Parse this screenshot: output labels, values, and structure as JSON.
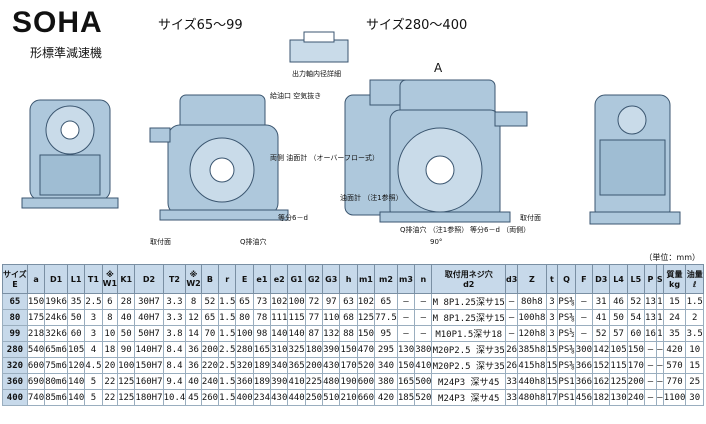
{
  "header": {
    "title": "SOHA",
    "subtitle": "形標準減速機",
    "size_small": "サイズ65～99",
    "size_large": "サイズ280～400",
    "unit_note": "（単位：mm）"
  },
  "drawing_labels": {
    "shaft_detail": "出力軸内径詳細",
    "air_vent": "給油口\n空気抜き",
    "oil_gauge": "両側\n油面計\n（オーバーフロー式）",
    "equal_holes": "等分6－d",
    "mount_face": "取付面",
    "drain": "Q排油穴",
    "oil_gauge_note": "油面計\n（注1参照）",
    "drain_note": "Q排油穴\n（注1参照）",
    "equal_holes_2": "等分6－d\n（両側）",
    "mount_face_2": "取付面",
    "angle": "90°",
    "letter_A": "A"
  },
  "table": {
    "headers": [
      "サイズ\nE",
      "a",
      "D1",
      "L1",
      "T1",
      "※\nW1",
      "K1",
      "D2",
      "T2",
      "※\nW2",
      "B",
      "r",
      "E",
      "e1",
      "e2",
      "G1",
      "G2",
      "G3",
      "h",
      "m1",
      "m2",
      "m3",
      "n",
      "取付用ネジ穴\nd2",
      "d3",
      "Z",
      "t",
      "Q",
      "F",
      "D3",
      "L4",
      "L5",
      "P",
      "S",
      "質量\nkg",
      "油量\nℓ"
    ],
    "rows": [
      [
        "65",
        "150",
        "19k6",
        "35",
        "2.5",
        "6",
        "28",
        "30H7",
        "3.3",
        "8",
        "52",
        "1.5",
        "65",
        "73",
        "102",
        "100",
        "72",
        "97",
        "63",
        "102",
        "65",
        "—",
        "—",
        "M 8P1.25深サ15",
        "—",
        "80h8",
        "3",
        "PS⅜",
        "—",
        "31",
        "46",
        "52",
        "13",
        "1",
        "15",
        "1.5"
      ],
      [
        "80",
        "175",
        "24k6",
        "50",
        "3",
        "8",
        "40",
        "40H7",
        "3.3",
        "12",
        "65",
        "1.5",
        "80",
        "78",
        "111",
        "115",
        "77",
        "110",
        "68",
        "125",
        "77.5",
        "—",
        "—",
        "M 8P1.25深サ15",
        "—",
        "100h8",
        "3",
        "PS⅜",
        "—",
        "41",
        "50",
        "54",
        "13",
        "1",
        "24",
        "2"
      ],
      [
        "99",
        "218",
        "32k6",
        "60",
        "3",
        "10",
        "50",
        "50H7",
        "3.8",
        "14",
        "70",
        "1.5",
        "100",
        "98",
        "140",
        "140",
        "87",
        "132",
        "88",
        "150",
        "95",
        "—",
        "—",
        "M10P1.5深サ18",
        "—",
        "120h8",
        "3",
        "PS½",
        "—",
        "52",
        "57",
        "60",
        "16",
        "1",
        "35",
        "3.5"
      ],
      [
        "280",
        "540",
        "65m6",
        "105",
        "4",
        "18",
        "90",
        "140H7",
        "8.4",
        "36",
        "200",
        "2.5",
        "280",
        "165",
        "310",
        "325",
        "180",
        "390",
        "150",
        "470",
        "295",
        "130",
        "380",
        "M20P2.5 深サ35",
        "26",
        "385h8",
        "15",
        "PS⅜",
        "300",
        "142",
        "105",
        "150",
        "—",
        "—",
        "420",
        "10"
      ],
      [
        "320",
        "600",
        "75m6",
        "120",
        "4.5",
        "20",
        "100",
        "150H7",
        "8.4",
        "36",
        "220",
        "2.5",
        "320",
        "189",
        "340",
        "365",
        "200",
        "430",
        "170",
        "520",
        "340",
        "150",
        "410",
        "M20P2.5 深サ35",
        "26",
        "415h8",
        "15",
        "PS⅜",
        "366",
        "152",
        "115",
        "170",
        "—",
        "—",
        "570",
        "15"
      ],
      [
        "360",
        "690",
        "80m6",
        "140",
        "5",
        "22",
        "125",
        "160H7",
        "9.4",
        "40",
        "240",
        "1.5",
        "360",
        "189",
        "390",
        "410",
        "225",
        "480",
        "190",
        "600",
        "380",
        "165",
        "500",
        "M24P3 深サ45",
        "33",
        "440h8",
        "15",
        "PS1",
        "366",
        "162",
        "125",
        "200",
        "—",
        "—",
        "770",
        "25"
      ],
      [
        "400",
        "740",
        "85m6",
        "140",
        "5",
        "22",
        "125",
        "180H7",
        "10.4",
        "45",
        "260",
        "1.5",
        "400",
        "234",
        "430",
        "440",
        "250",
        "510",
        "210",
        "660",
        "420",
        "185",
        "520",
        "M24P3 深サ45",
        "33",
        "480h8",
        "17",
        "PS1",
        "456",
        "182",
        "130",
        "240",
        "—",
        "—",
        "1100",
        "30"
      ]
    ]
  },
  "colors": {
    "body_fill": "#aec8dc",
    "body_stroke": "#3b5670",
    "header_bg": "#c7d9ea"
  }
}
